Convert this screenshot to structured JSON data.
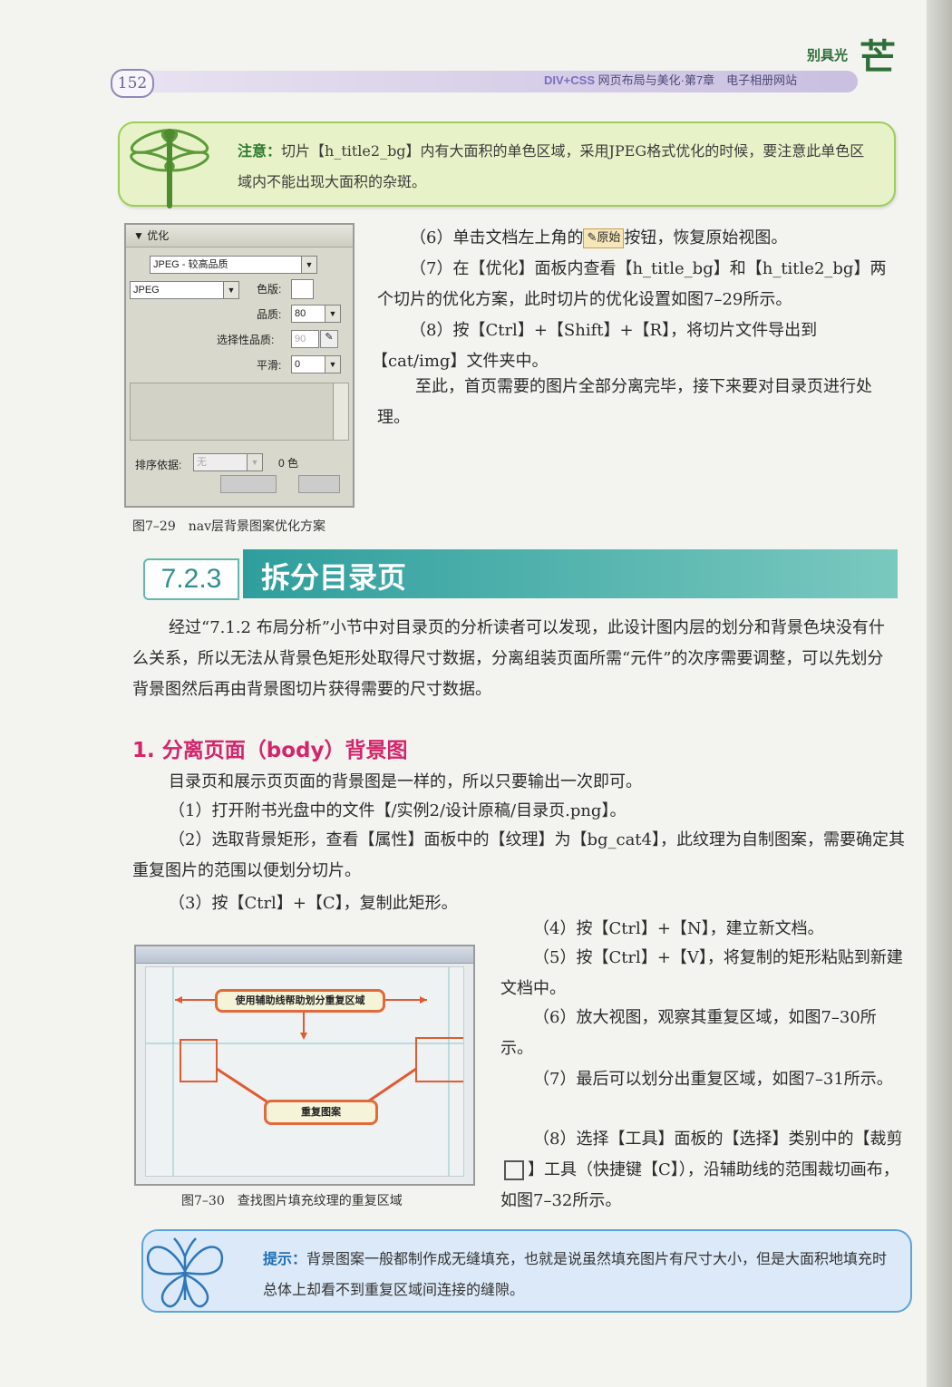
{
  "header": {
    "page_number": "152",
    "book_brand": "DIV+CSS",
    "book_title": "网页布局与美化·第7章　电子相册网站",
    "series_text": "别具光",
    "series_logo": "芒"
  },
  "note": {
    "label": "注意：",
    "text": "切片【h_title2_bg】内有大面积的单色区域，采用JPEG格式优化的时候，要注意此单色区域内不能出现大面积的杂斑。"
  },
  "panel": {
    "title": "▼ 优化",
    "preset": "JPEG - 较高品质",
    "format": "JPEG",
    "matte_label": "色版:",
    "quality_label": "品质:",
    "quality_value": "80",
    "selective_label": "选择性品质:",
    "selective_value": "90",
    "smoothing_label": "平滑:",
    "smoothing_value": "0",
    "sort_label": "排序依据:",
    "sort_value": "无",
    "colors_text": "0 色"
  },
  "figure_29": {
    "caption": "图7–29　nav层背景图案优化方案"
  },
  "steps_top": [
    {
      "text": "（6）单击文档左上角的",
      "button": "原始",
      "text_after": "按钮，恢复原始视图。"
    },
    {
      "text": "（7）在【优化】面板内查看【h_title_bg】和【h_title2_bg】两个切片的优化方案，此时切片的优化设置如图7–29所示。"
    },
    {
      "text": "（8）按【Ctrl】+【Shift】+【R】，将切片文件导出到【cat/img】文件夹中。"
    },
    {
      "text": "至此，首页需要的图片全部分离完毕，接下来要对目录页进行处理。"
    }
  ],
  "section": {
    "number": "7.2.3",
    "title": "拆分目录页",
    "intro": "经过“7.1.2 布局分析”小节中对目录页的分析读者可以发现，此设计图内层的划分和背景色块没有什么关系，所以无法从背景色矩形处取得尺寸数据，分离组装页面所需“元件”的次序需要调整，可以先划分背景图然后再由背景图切片获得需要的尺寸数据。"
  },
  "subsection": {
    "heading": "1. 分离页面（body）背景图",
    "lead": "目录页和展示页页面的背景图是一样的，所以只要输出一次即可。",
    "step1": "（1）打开附书光盘中的文件【/实例2/设计原稿/目录页.png】。",
    "step2": "（2）选取背景矩形，查看【属性】面板中的【纹理】为【bg_cat4】，此纹理为自制图案，需要确定其重复图片的范围以便划分切片。",
    "step3": "（3）按【Ctrl】+【C】，复制此矩形。"
  },
  "steps_right": [
    "（4）按【Ctrl】+【N】，建立新文档。",
    "（5）按【Ctrl】+【V】，将复制的矩形粘贴到新建文档中。",
    "（6）放大视图，观察其重复区域，如图7–30所示。",
    "（7）最后可以划分出重复区域，如图7–31所示。",
    "（8）选择【工具】面板的【选择】类别中的【裁剪",
    "】工具（快捷键【C】），沿辅助线的范围裁切画布，如图7–32所示。"
  ],
  "figure_30": {
    "callout_top": "使用辅助线帮助划分重复区域",
    "callout_bottom": "重复图案",
    "caption": "图7–30　查找图片填充纹理的重复区域"
  },
  "tip": {
    "label": "提示：",
    "text": "背景图案一般都制作成无缝填充，也就是说虽然填充图片有尺寸大小，但是大面积地填充时总体上却看不到重复区域间连接的缝隙。"
  }
}
